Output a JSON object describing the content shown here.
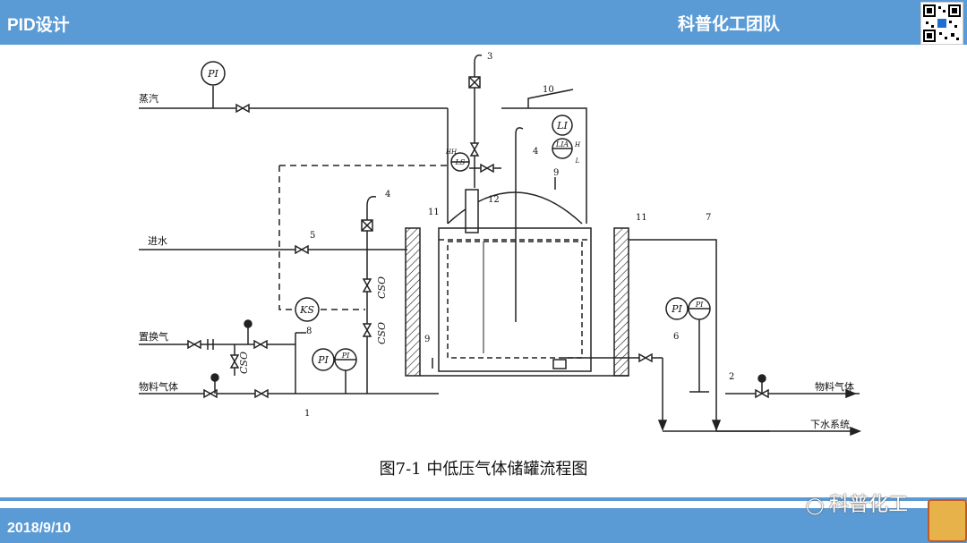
{
  "header": {
    "left_title": "PID设计",
    "right_title": "科普化工团队"
  },
  "footer": {
    "date": "2018/9/10"
  },
  "watermark": "科普化工",
  "diagram": {
    "caption": "图7-1 中低压气体储罐流程图",
    "lines": {
      "steam": "蒸汽",
      "water_in": "进水",
      "purge_gas": "置换气",
      "feed_gas_in": "物料气体",
      "feed_gas_out": "物料气体",
      "drain": "下水系统"
    },
    "instruments": {
      "pi_steam": "PI",
      "pi_feed": "PI",
      "pi_feed_inner": "PI",
      "pi_right": "PI",
      "pi_right_inner": "PI",
      "ks": "KS",
      "li": "LI",
      "lia": "LIA",
      "ls": "LS",
      "hh": "HH",
      "h": "H",
      "l": "L"
    },
    "cso_labels": [
      "CSO",
      "CSO",
      "CSO"
    ],
    "numbers": {
      "n1": "1",
      "n2": "2",
      "n3": "3",
      "n4a": "4",
      "n4b": "4",
      "n5": "5",
      "n6": "6",
      "n7": "7",
      "n8": "8",
      "n9a": "9",
      "n9b": "9",
      "n10": "10",
      "n11a": "11",
      "n11b": "11",
      "n12": "12"
    }
  },
  "colors": {
    "bar": "#5b9bd5",
    "line": "#222222"
  }
}
